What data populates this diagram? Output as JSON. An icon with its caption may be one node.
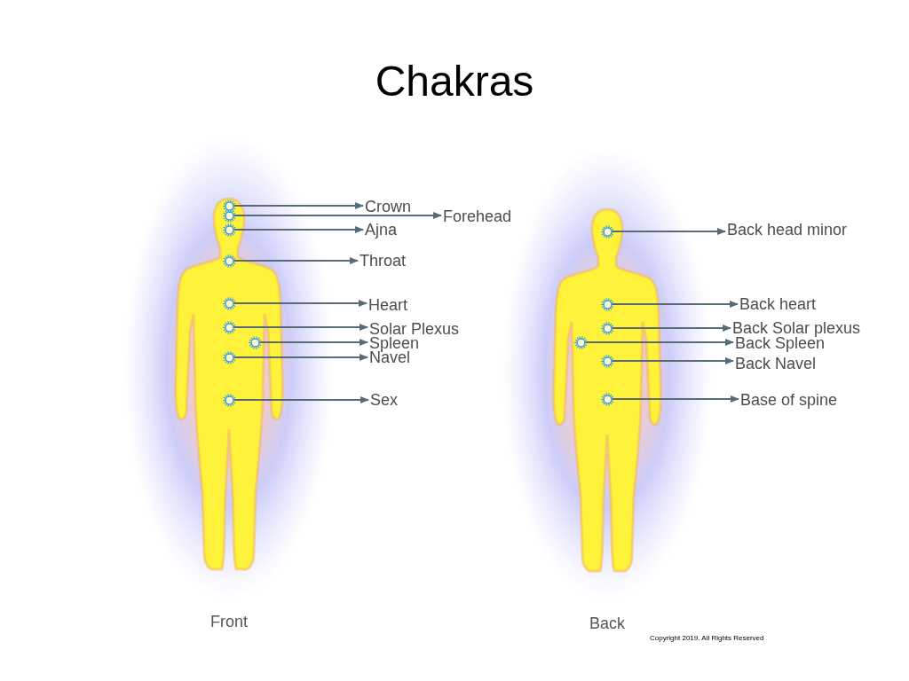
{
  "diagram": {
    "title": "Chakras",
    "nodes": [
      {
        "text": [],
        "shape": "person",
        "beside": [
          "Front"
        ]
      },
      {
        "text": [],
        "shape": "person",
        "beside": [
          "Back"
        ]
      },
      {
        "text": [],
        "shape": "star",
        "in": 0
      },
      {
        "text": [],
        "shape": "star",
        "in": 0
      },
      {
        "text": [],
        "shape": "star",
        "in": 0
      },
      {
        "text": [],
        "shape": "star",
        "in": 0
      },
      {
        "text": [],
        "shape": "star",
        "in": 0
      },
      {
        "text": [],
        "shape": "star",
        "in": 0
      },
      {
        "text": [],
        "shape": "star",
        "in": 0
      },
      {
        "text": [],
        "shape": "star",
        "in": 0
      },
      {
        "text": [],
        "shape": "star",
        "in": 0
      },
      {
        "text": [],
        "shape": "star",
        "in": 1
      },
      {
        "text": [],
        "shape": "star",
        "in": 1
      },
      {
        "text": [],
        "shape": "star",
        "in": 1
      },
      {
        "text": [],
        "shape": "star",
        "in": 1
      },
      {
        "text": [],
        "shape": "star",
        "in": 1
      },
      {
        "text": [],
        "shape": "star",
        "in": 1
      },
      {
        "text": [
          "Crown"
        ]
      },
      {
        "text": [
          "Forehead"
        ]
      },
      {
        "text": [
          "Ajna"
        ]
      },
      {
        "text": [
          "Throat"
        ]
      },
      {
        "text": [
          "Heart"
        ]
      },
      {
        "text": [
          "Solar Plexus"
        ]
      },
      {
        "text": [
          "Spleen"
        ]
      },
      {
        "text": [
          "Navel"
        ]
      },
      {
        "text": [
          "Sex"
        ]
      },
      {
        "text": [
          "Back head minor"
        ]
      },
      {
        "text": [
          "Back heart"
        ]
      },
      {
        "text": [
          "Back Solar plexus"
        ]
      },
      {
        "text": [
          "Back Spleen"
        ]
      },
      {
        "text": [
          "Back Navel"
        ]
      },
      {
        "text": [
          "Base of spine"
        ]
      }
    ],
    "edges": [
      {
        "from": 2,
        "to": 17,
        "arrow": "to"
      },
      {
        "from": 3,
        "to": 18,
        "arrow": "to"
      },
      {
        "from": 4,
        "to": 19,
        "arrow": "to"
      },
      {
        "from": 5,
        "to": 20,
        "arrow": "to"
      },
      {
        "from": 6,
        "to": 21,
        "arrow": "to"
      },
      {
        "from": 7,
        "to": 22,
        "arrow": "to"
      },
      {
        "from": 8,
        "to": 23,
        "arrow": "to"
      },
      {
        "from": 9,
        "to": 24,
        "arrow": "to"
      },
      {
        "from": 10,
        "to": 25,
        "arrow": "to"
      },
      {
        "from": 11,
        "to": 26,
        "arrow": "to"
      },
      {
        "from": 12,
        "to": 27,
        "arrow": "to"
      },
      {
        "from": 13,
        "to": 28,
        "arrow": "to"
      },
      {
        "from": 14,
        "to": 29,
        "arrow": "to"
      },
      {
        "from": 15,
        "to": 30,
        "arrow": "to"
      },
      {
        "from": 16,
        "to": 31,
        "arrow": "to"
      }
    ],
    "labels": [
      "Copyright 2019. All Rights Reserved"
    ]
  }
}
